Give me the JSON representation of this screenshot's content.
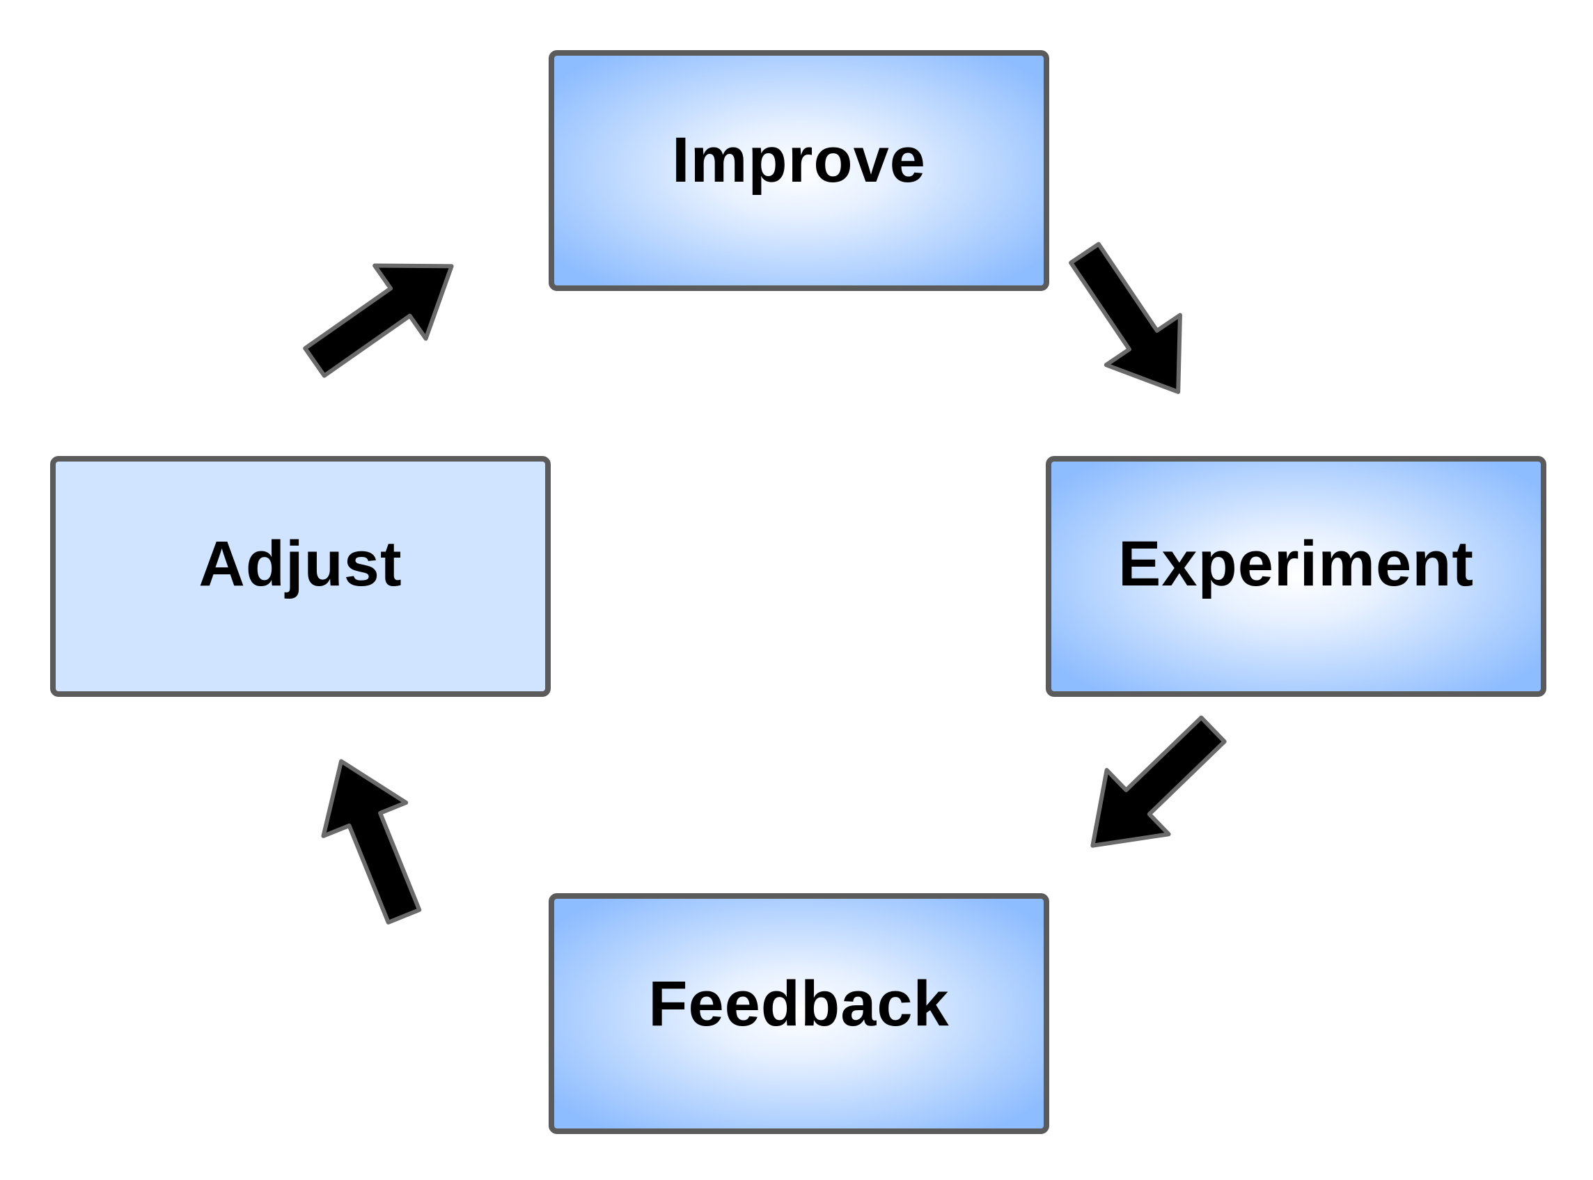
{
  "diagram": {
    "nodes": [
      {
        "id": "improve",
        "label": "Improve",
        "fill": "gradient"
      },
      {
        "id": "experiment",
        "label": "Experiment",
        "fill": "gradient"
      },
      {
        "id": "feedback",
        "label": "Feedback",
        "fill": "gradient"
      },
      {
        "id": "adjust",
        "label": "Adjust",
        "fill": "plain"
      }
    ],
    "edges": [
      {
        "from": "improve",
        "to": "experiment"
      },
      {
        "from": "experiment",
        "to": "feedback"
      },
      {
        "from": "feedback",
        "to": "adjust"
      },
      {
        "from": "adjust",
        "to": "improve"
      }
    ]
  },
  "colors": {
    "box_border": "#5b5b5b",
    "box_plain_fill": "#d0e4ff",
    "box_gradient_center": "#ffffff",
    "box_gradient_edge": "#8dbcff",
    "arrow_fill": "#000000",
    "arrow_outline": "#6a6a6a",
    "text": "#000000",
    "background": "#ffffff"
  },
  "icons": {
    "arrow": "arrow-icon"
  }
}
